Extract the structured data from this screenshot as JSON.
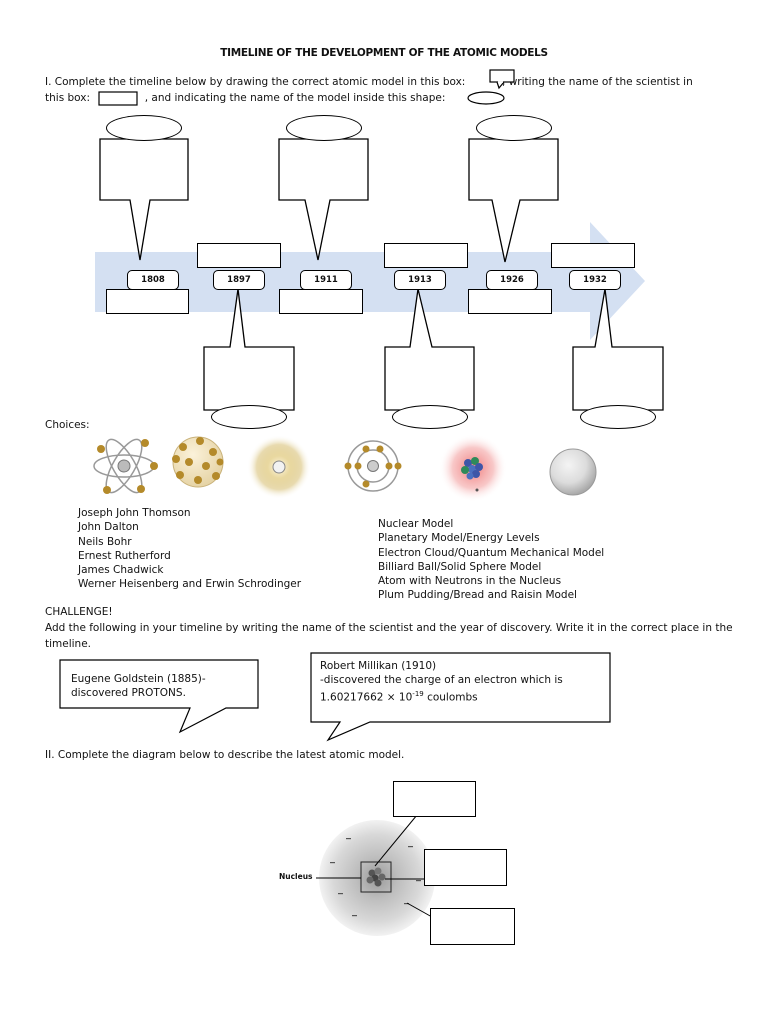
{
  "title": "TIMELINE OF THE DEVELOPMENT OF THE ATOMIC MODELS",
  "instruction1": {
    "part1": "I. Complete the timeline below by drawing the correct atomic model in this box:",
    "part2": ", writing the name of the scientist in",
    "part3": "this box:",
    "part4": ", and indicating the name of the model inside this shape:"
  },
  "timeline": {
    "years": [
      "1808",
      "1897",
      "1911",
      "1913",
      "1926",
      "1932"
    ]
  },
  "choices": {
    "label": "Choices:",
    "scientists": [
      "Joseph John Thomson",
      "John Dalton",
      "Neils Bohr",
      "Ernest Rutherford",
      "James Chadwick",
      "Werner Heisenberg and Erwin Schrodinger"
    ],
    "models": [
      "Nuclear Model",
      "Planetary Model/Energy Levels",
      "Electron Cloud/Quantum Mechanical Model",
      "Billiard Ball/Solid Sphere Model",
      "Atom with Neutrons in the Nucleus",
      "Plum Pudding/Bread and Raisin Model"
    ]
  },
  "challenge": {
    "heading": "CHALLENGE!",
    "text": "Add the following in your timeline by writing the name of the scientist and the year of discovery. Write it in the correct place in the timeline.",
    "goldstein_line1": "Eugene Goldstein (1885)-",
    "goldstein_line2": "discovered PROTONS.",
    "millikan_line1": "Robert Millikan (1910)",
    "millikan_line2": "-discovered the charge of an electron which is",
    "millikan_line3_base": "1.60217662 × 10",
    "millikan_line3_exp": "-19",
    "millikan_line3_unit": " coulombs"
  },
  "part2": {
    "instruction": "II. Complete the diagram below to describe the latest atomic model.",
    "nucleus_label": "Nucleus"
  }
}
